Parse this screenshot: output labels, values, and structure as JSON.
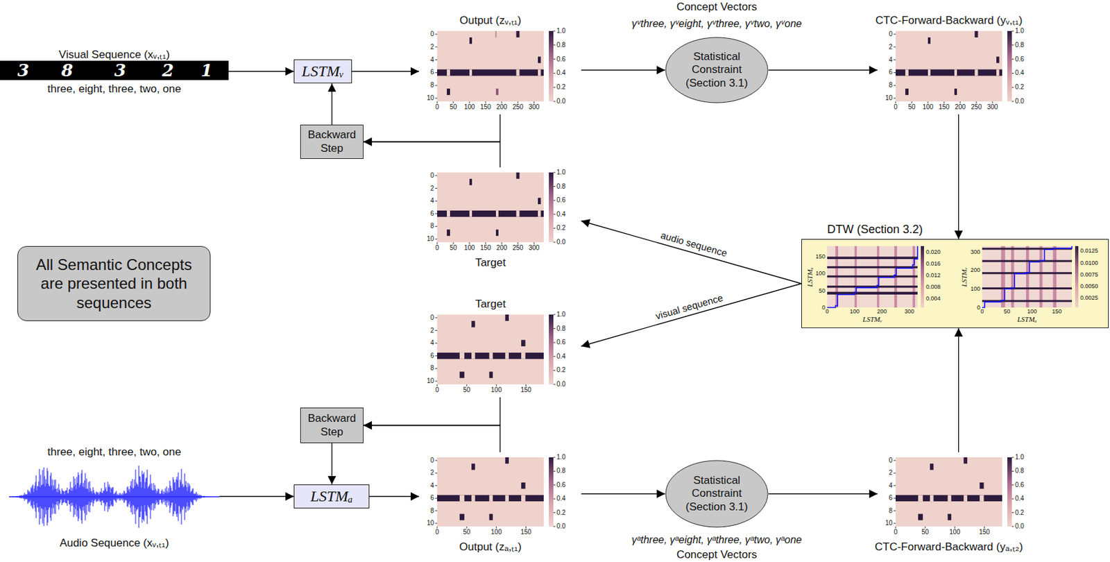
{
  "diagram": {
    "nodes": [
      {
        "text": [
          "Visual Sequence (xᵥ,ₜ₁)",
          "3",
          "8",
          "3",
          "2",
          "1",
          "three, eight, three, two, one"
        ]
      },
      {
        "text": [
          "LSTMᵥ"
        ]
      },
      {
        "text": [
          "Backward Step"
        ]
      },
      {
        "text": [
          "Output (zᵥ,ₜ₁)",
          "0",
          "2",
          "4",
          "6",
          "8",
          "10",
          "0",
          "50",
          "100",
          "150",
          "200",
          "250",
          "300",
          "0.0",
          "0.2",
          "0.4",
          "0.6",
          "0.8",
          "1.0"
        ]
      },
      {
        "text": [
          "Target",
          "0",
          "2",
          "4",
          "6",
          "8",
          "10",
          "0",
          "50",
          "100",
          "150",
          "200",
          "250",
          "300",
          "0.0",
          "0.2",
          "0.4",
          "0.6",
          "0.8",
          "1.0"
        ]
      },
      {
        "text": [
          "Statistical Constraint (Section 3.1)"
        ]
      },
      {
        "text": [
          "CTC-Forward-Backward (yᵥ,ₜ₁)",
          "0",
          "2",
          "4",
          "6",
          "8",
          "10",
          "0",
          "50",
          "100",
          "150",
          "200",
          "250",
          "300",
          "0.0",
          "0.2",
          "0.4",
          "0.6",
          "0.8",
          "1.0"
        ]
      },
      {
        "text": [
          "All Semantic Concepts are presented in both sequences"
        ]
      },
      {
        "text": [
          "DTW (Section 3.2)",
          "0",
          "50",
          "100",
          "150",
          "0",
          "100",
          "200",
          "300",
          "LSTMₐ",
          "LSTMᵥ",
          "0.004",
          "0.008",
          "0.012",
          "0.016",
          "0.020",
          "0",
          "100",
          "200",
          "300",
          "0",
          "50",
          "100",
          "150",
          "LSTMᵥ",
          "LSTMₐ",
          "0.0025",
          "0.0050",
          "0.0075",
          "0.0100",
          "0.0125"
        ]
      },
      {
        "text": [
          "Target",
          "0",
          "2",
          "4",
          "6",
          "8",
          "10",
          "0",
          "50",
          "100",
          "150",
          "0.0",
          "0.2",
          "0.4",
          "0.6",
          "0.8",
          "1.0"
        ]
      },
      {
        "text": [
          "Backward Step"
        ]
      },
      {
        "text": [
          "three, eight, three, two, one",
          "Audio Sequence (xᵥ,ₜ₁)"
        ]
      },
      {
        "text": [
          "LSTMₐ"
        ]
      },
      {
        "text": [
          "Output (zₐ,ₜ₁)",
          "0",
          "2",
          "4",
          "6",
          "8",
          "10",
          "0",
          "50",
          "100",
          "150",
          "0.0",
          "0.2",
          "0.4",
          "0.6",
          "0.8",
          "1.0"
        ]
      },
      {
        "text": [
          "Statistical Constraint (Section 3.1)"
        ]
      },
      {
        "text": [
          "CTC-Forward-Backward (yₐ,ₜ₂)",
          "0",
          "2",
          "4",
          "6",
          "8",
          "10",
          "0",
          "50",
          "100",
          "150",
          "0.0",
          "0.2",
          "0.4",
          "0.6",
          "0.8",
          "1.0"
        ]
      }
    ],
    "edges": [
      {
        "from": 0,
        "to": 1,
        "arrow": "to"
      },
      {
        "from": 1,
        "to": 3,
        "arrow": "to"
      },
      {
        "from": 3,
        "to": 5,
        "arrow": "to"
      },
      {
        "from": 5,
        "to": 6,
        "arrow": "to"
      },
      {
        "from": 6,
        "to": 8,
        "arrow": "to"
      },
      {
        "from": 3,
        "to": 2,
        "arrow": "to"
      },
      {
        "from": 4,
        "to": 2,
        "arrow": "to"
      },
      {
        "from": 2,
        "to": 1,
        "arrow": "to"
      },
      {
        "from": 8,
        "to": 4,
        "label": "audio sequence",
        "arrow": "to"
      },
      {
        "from": 8,
        "to": 9,
        "label": "visual sequence",
        "arrow": "to"
      },
      {
        "from": 9,
        "to": 10,
        "arrow": "to"
      },
      {
        "from": 13,
        "to": 10,
        "arrow": "to"
      },
      {
        "from": 10,
        "to": 12,
        "arrow": "to"
      },
      {
        "from": 11,
        "to": 12,
        "arrow": "to"
      },
      {
        "from": 12,
        "to": 13,
        "arrow": "to"
      },
      {
        "from": 13,
        "to": 14,
        "arrow": "to"
      },
      {
        "from": 14,
        "to": 15,
        "arrow": "to"
      },
      {
        "from": 15,
        "to": 8,
        "arrow": "to"
      }
    ],
    "labels": [
      "Concept Vectors",
      "γᵛthree, γᵛeight, γᵛthree, γᵛtwo, γᵛone",
      "γᵃthree, γᵃeight, γᵃthree, γᵃtwo, γᵃone",
      "Concept Vectors"
    ]
  }
}
